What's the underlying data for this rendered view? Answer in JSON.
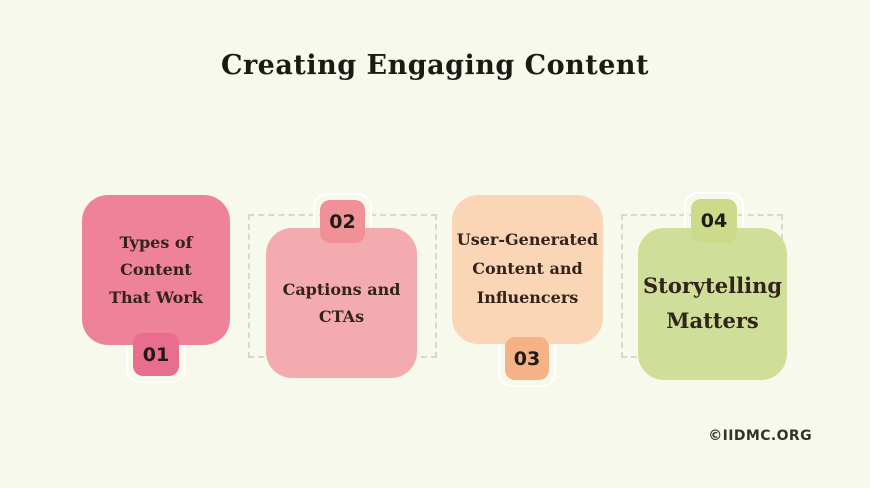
{
  "page": {
    "title": "Creating Engaging Content",
    "watermark": "©IIDMC.ORG",
    "background_color": "#f7f9ec",
    "dashed_line_color": "#d9d9cb",
    "title_color": "#1b1b15",
    "card_text_color": "#33231a"
  },
  "cards": [
    {
      "number": "01",
      "title": "Types of Content\nThat Work",
      "card_color": "#ee8298",
      "badge_color": "#e96d8f",
      "badge_position": "bottom"
    },
    {
      "number": "02",
      "title": "Captions and CTAs",
      "card_color": "#f4abb0",
      "badge_color": "#ef9196",
      "badge_position": "top"
    },
    {
      "number": "03",
      "title": "User-Generated\nContent and\nInfluencers",
      "card_color": "#fad6b6",
      "badge_color": "#f5b285",
      "badge_position": "bottom"
    },
    {
      "number": "04",
      "title": "Storytelling\nMatters",
      "card_color": "#cfdf99",
      "badge_color": "#cbdb8a",
      "badge_position": "top"
    }
  ]
}
